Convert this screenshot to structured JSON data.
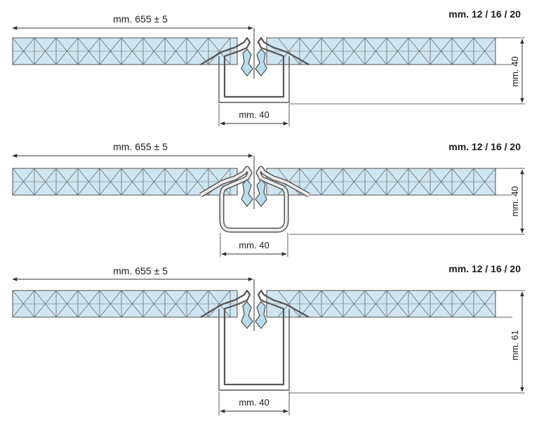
{
  "colors": {
    "panel_fill": "#cfe6f2",
    "panel_line": "#6a6a6a",
    "profile": "#555555",
    "profile_fill": "#ececec",
    "seal_fill": "#b9dcef",
    "dimension": "#333333",
    "text": "#1a1a1a"
  },
  "profiles": [
    {
      "width_label": "mm. 655 ± 5",
      "thickness_label": "mm. 12 / 16 / 20",
      "depth_label": "mm. 40",
      "base_label": "mm. 40",
      "shape": "flanged-c"
    },
    {
      "width_label": "mm. 655 ± 5",
      "thickness_label": "mm. 12 / 16 / 20",
      "depth_label": "mm. 40",
      "base_label": "mm. 40",
      "shape": "rounded-box"
    },
    {
      "width_label": "mm. 655 ± 5",
      "thickness_label": "mm. 12 / 16 / 20",
      "depth_label": "mm. 61",
      "base_label": "mm. 40",
      "shape": "deep-c"
    }
  ]
}
